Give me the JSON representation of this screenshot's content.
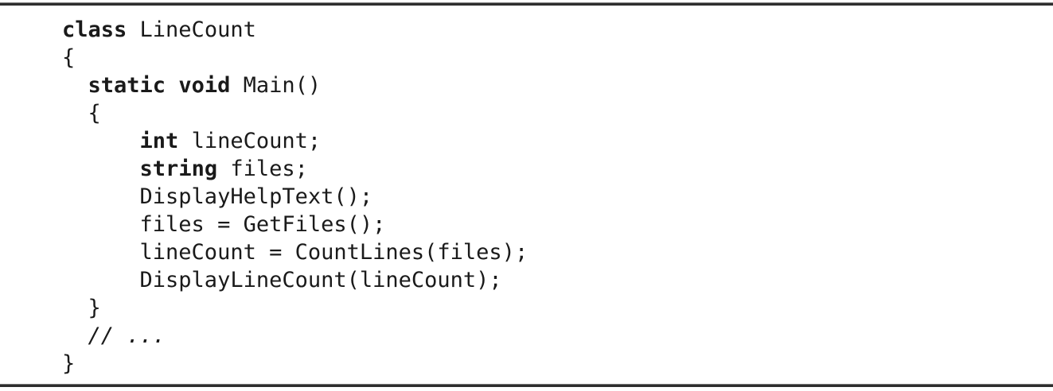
{
  "listing": {
    "language": "csharp",
    "lines": [
      {
        "segments": [
          {
            "text": "class",
            "style": "keyword"
          },
          {
            "text": " LineCount",
            "style": "plain"
          }
        ]
      },
      {
        "segments": [
          {
            "text": "{",
            "style": "plain"
          }
        ]
      },
      {
        "segments": [
          {
            "text": "  ",
            "style": "plain"
          },
          {
            "text": "static",
            "style": "keyword"
          },
          {
            "text": " ",
            "style": "plain"
          },
          {
            "text": "void",
            "style": "keyword"
          },
          {
            "text": " Main()",
            "style": "plain"
          }
        ]
      },
      {
        "segments": [
          {
            "text": "  {",
            "style": "plain"
          }
        ]
      },
      {
        "segments": [
          {
            "text": "      ",
            "style": "plain"
          },
          {
            "text": "int",
            "style": "keyword"
          },
          {
            "text": " lineCount;",
            "style": "plain"
          }
        ]
      },
      {
        "segments": [
          {
            "text": "      ",
            "style": "plain"
          },
          {
            "text": "string",
            "style": "keyword"
          },
          {
            "text": " files;",
            "style": "plain"
          }
        ]
      },
      {
        "segments": [
          {
            "text": "      DisplayHelpText();",
            "style": "plain"
          }
        ]
      },
      {
        "segments": [
          {
            "text": "      files = GetFiles();",
            "style": "plain"
          }
        ]
      },
      {
        "segments": [
          {
            "text": "      lineCount = CountLines(files);",
            "style": "plain"
          }
        ]
      },
      {
        "segments": [
          {
            "text": "      DisplayLineCount(lineCount);",
            "style": "plain"
          }
        ]
      },
      {
        "segments": [
          {
            "text": "  }",
            "style": "plain"
          }
        ]
      },
      {
        "segments": [
          {
            "text": "  ",
            "style": "plain"
          },
          {
            "text": "// ...",
            "style": "comment"
          }
        ]
      },
      {
        "segments": [
          {
            "text": "}",
            "style": "plain"
          }
        ]
      }
    ]
  },
  "colors": {
    "text": "#1a1a1a",
    "rule": "#2e2e2e",
    "background": "#ffffff"
  }
}
